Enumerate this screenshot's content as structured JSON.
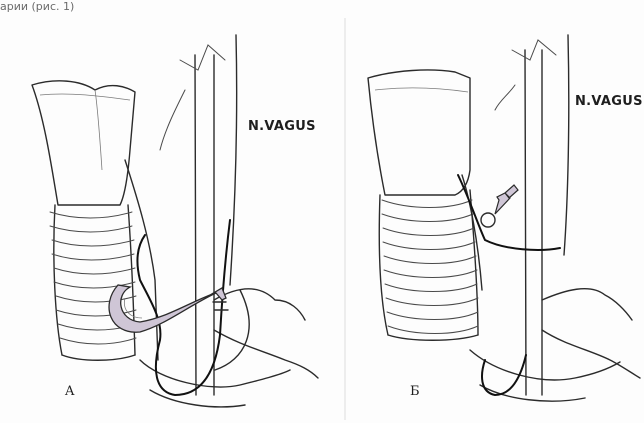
{
  "header_fragment": "арии (рис. 1)",
  "panels": [
    {
      "label": "A",
      "nerve_label": "N.VAGUS"
    },
    {
      "label": "Б",
      "nerve_label": "N.VAGUS"
    }
  ]
}
